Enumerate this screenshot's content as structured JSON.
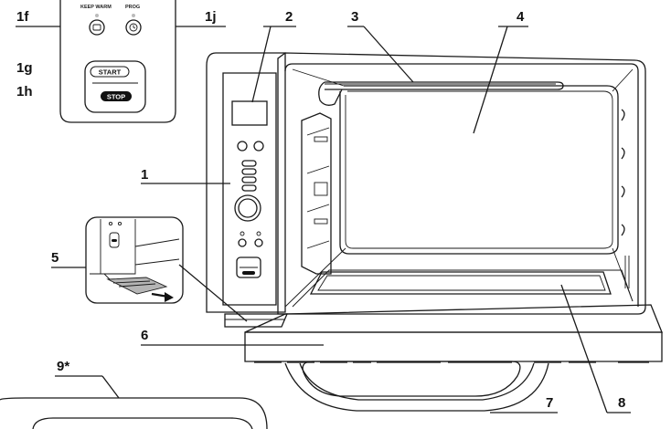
{
  "callouts": {
    "c1": "1",
    "c1f": "1f",
    "c1g": "1g",
    "c1h": "1h",
    "c1j": "1j",
    "c2": "2",
    "c3": "3",
    "c4": "4",
    "c5": "5",
    "c6": "6",
    "c7": "7",
    "c8": "8",
    "c9": "9*"
  },
  "panel_labels": {
    "keep_warm": "KEEP WARM",
    "prog": "PROG",
    "start": "START",
    "stop": "STOP"
  },
  "colors": {
    "line": "#1a1a1a",
    "gray_fill": "#e6e6e6",
    "crumb_tray": "#b5b5b5",
    "stop_button": "#111111"
  }
}
